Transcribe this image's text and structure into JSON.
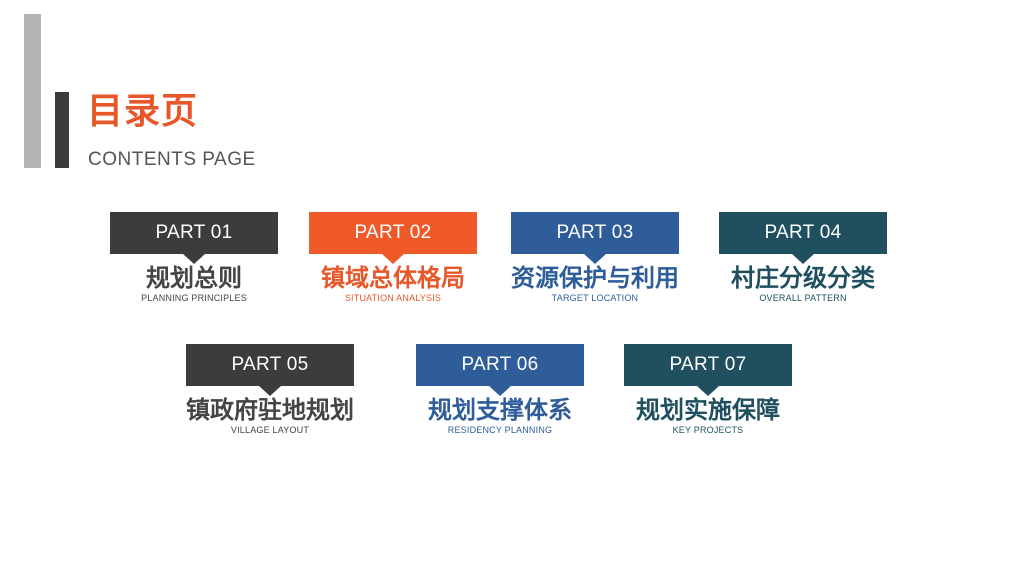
{
  "header": {
    "title_cn": "目录页",
    "title_en": "CONTENTS PAGE"
  },
  "colors": {
    "dark": "#3c3c3c",
    "orange": "#f05a2a",
    "blue": "#2f5d9a",
    "teal": "#20505f",
    "light_bar": "#b3b3b3"
  },
  "parts": [
    {
      "label": "PART 01",
      "cn": "规划总则",
      "en": "PLANNING PRINCIPLES",
      "color": "#3c3c3c",
      "text_color": "#444444"
    },
    {
      "label": "PART 02",
      "cn": "镇域总体格局",
      "en": "SITUATION ANALYSIS",
      "color": "#f05a2a",
      "text_color": "#e8572a"
    },
    {
      "label": "PART 03",
      "cn": "资源保护与利用",
      "en": "TARGET LOCATION",
      "color": "#2f5d9a",
      "text_color": "#2f5d9a"
    },
    {
      "label": "PART 04",
      "cn": "村庄分级分类",
      "en": "OVERALL PATTERN",
      "color": "#20505f",
      "text_color": "#20505f"
    },
    {
      "label": "PART 05",
      "cn": "镇政府驻地规划",
      "en": "VILLAGE LAYOUT",
      "color": "#3c3c3c",
      "text_color": "#444444"
    },
    {
      "label": "PART 06",
      "cn": "规划支撑体系",
      "en": "RESIDENCY PLANNING",
      "color": "#2f5d9a",
      "text_color": "#2f5d9a"
    },
    {
      "label": "PART 07",
      "cn": "规划实施保障",
      "en": "KEY PROJECTS",
      "color": "#20505f",
      "text_color": "#20505f"
    }
  ]
}
